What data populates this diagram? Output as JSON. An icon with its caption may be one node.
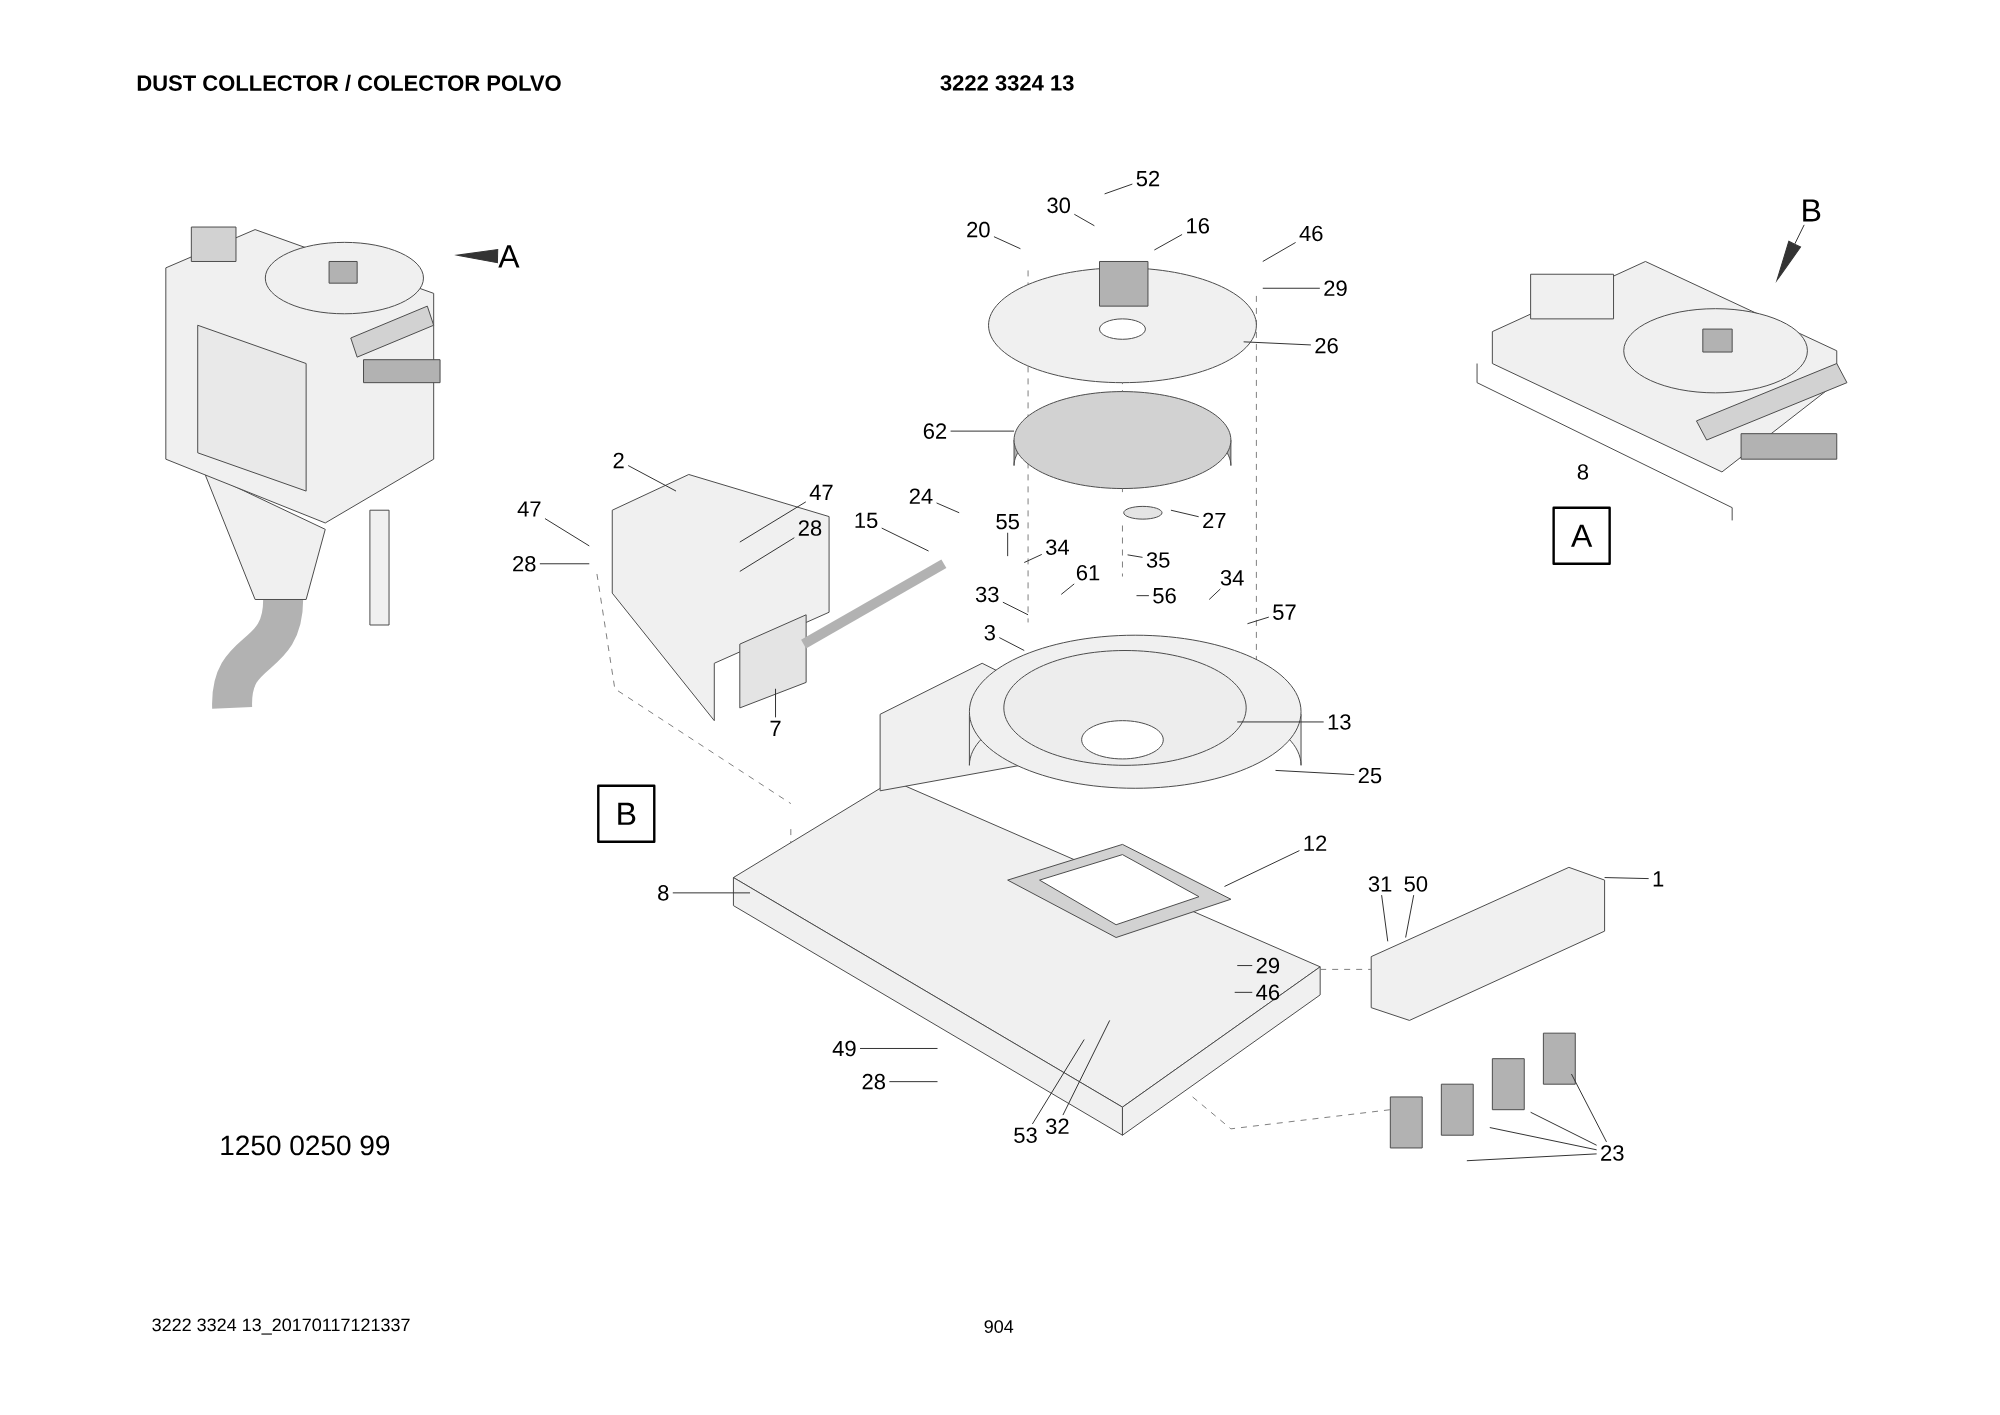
{
  "diagram": {
    "title": "DUST COLLECTOR / COLECTOR POLVO",
    "nodes": [
      {
        "text": [
          "52"
        ]
      },
      {
        "text": [
          "30"
        ]
      },
      {
        "text": [
          "16"
        ]
      },
      {
        "text": [
          "20"
        ]
      },
      {
        "text": [
          "46"
        ]
      },
      {
        "text": [
          "29"
        ]
      },
      {
        "text": [
          "26"
        ]
      },
      {
        "text": [
          "62"
        ]
      },
      {
        "text": [
          "2"
        ]
      },
      {
        "text": [
          "47"
        ]
      },
      {
        "text": [
          "28"
        ]
      },
      {
        "text": [
          "47"
        ]
      },
      {
        "text": [
          "28"
        ]
      },
      {
        "text": [
          "24"
        ]
      },
      {
        "text": [
          "15"
        ]
      },
      {
        "text": [
          "55"
        ]
      },
      {
        "text": [
          "34"
        ]
      },
      {
        "text": [
          "61"
        ]
      },
      {
        "text": [
          "27"
        ]
      },
      {
        "text": [
          "35"
        ]
      },
      {
        "text": [
          "56"
        ]
      },
      {
        "text": [
          "34"
        ]
      },
      {
        "text": [
          "57"
        ]
      },
      {
        "text": [
          "33"
        ]
      },
      {
        "text": [
          "3"
        ]
      },
      {
        "text": [
          "7"
        ]
      },
      {
        "text": [
          "13"
        ]
      },
      {
        "text": [
          "25"
        ]
      },
      {
        "text": [
          "12"
        ]
      },
      {
        "text": [
          "8"
        ]
      },
      {
        "text": [
          "31"
        ]
      },
      {
        "text": [
          "50"
        ]
      },
      {
        "text": [
          "1"
        ]
      },
      {
        "text": [
          "29"
        ]
      },
      {
        "text": [
          "46"
        ]
      },
      {
        "text": [
          "49"
        ]
      },
      {
        "text": [
          "28"
        ]
      },
      {
        "text": [
          "53"
        ]
      },
      {
        "text": [
          "32"
        ]
      },
      {
        "text": [
          "23"
        ]
      },
      {
        "text": [
          "A"
        ]
      },
      {
        "text": [
          "B"
        ]
      },
      {
        "text": [
          "A"
        ]
      },
      {
        "text": [
          "B"
        ]
      }
    ],
    "edges": [
      {
        "from": 0,
        "to": null,
        "arrow": "none"
      },
      {
        "from": 1,
        "to": null,
        "arrow": "none"
      },
      {
        "from": 2,
        "to": null,
        "arrow": "none"
      },
      {
        "from": 3,
        "to": null,
        "arrow": "none"
      },
      {
        "from": 4,
        "to": null,
        "arrow": "none"
      },
      {
        "from": 5,
        "to": null,
        "arrow": "none"
      },
      {
        "from": 6,
        "to": null,
        "arrow": "none"
      },
      {
        "from": 7,
        "to": null,
        "arrow": "none"
      },
      {
        "from": 8,
        "to": null,
        "arrow": "none"
      },
      {
        "from": 9,
        "to": null,
        "arrow": "none"
      },
      {
        "from": 10,
        "to": null,
        "arrow": "none"
      },
      {
        "from": 11,
        "to": null,
        "arrow": "none"
      },
      {
        "from": 12,
        "to": null,
        "arrow": "none"
      },
      {
        "from": 13,
        "to": null,
        "arrow": "none"
      },
      {
        "from": 14,
        "to": null,
        "arrow": "none"
      },
      {
        "from": 15,
        "to": null,
        "arrow": "none"
      },
      {
        "from": 16,
        "to": null,
        "arrow": "none"
      },
      {
        "from": 17,
        "to": null,
        "arrow": "none"
      },
      {
        "from": 18,
        "to": null,
        "arrow": "none"
      },
      {
        "from": 19,
        "to": null,
        "arrow": "none"
      },
      {
        "from": 20,
        "to": null,
        "arrow": "none"
      },
      {
        "from": 21,
        "to": null,
        "arrow": "none"
      },
      {
        "from": 22,
        "to": null,
        "arrow": "none"
      },
      {
        "from": 23,
        "to": null,
        "arrow": "none"
      },
      {
        "from": 24,
        "to": null,
        "arrow": "none"
      },
      {
        "from": 25,
        "to": null,
        "arrow": "none"
      },
      {
        "from": 26,
        "to": null,
        "arrow": "none"
      },
      {
        "from": 27,
        "to": null,
        "arrow": "none"
      },
      {
        "from": 28,
        "to": null,
        "arrow": "none"
      },
      {
        "from": 29,
        "to": null,
        "arrow": "none"
      },
      {
        "from": 30,
        "to": null,
        "arrow": "none"
      },
      {
        "from": 31,
        "to": null,
        "arrow": "none"
      },
      {
        "from": 32,
        "to": null,
        "arrow": "none"
      },
      {
        "from": 33,
        "to": null,
        "arrow": "none"
      },
      {
        "from": 34,
        "to": null,
        "arrow": "none"
      },
      {
        "from": 35,
        "to": null,
        "arrow": "none"
      },
      {
        "from": 36,
        "to": null,
        "arrow": "none"
      },
      {
        "from": 37,
        "to": null,
        "arrow": "none"
      },
      {
        "from": 38,
        "to": null,
        "arrow": "none"
      },
      {
        "from": 39,
        "to": null,
        "arrow": "none"
      },
      {
        "from": 39,
        "to": null,
        "arrow": "none"
      },
      {
        "from": 39,
        "to": null,
        "arrow": "none"
      },
      {
        "from": 39,
        "to": null,
        "arrow": "none"
      },
      {
        "from": 40,
        "to": null,
        "arrow": "to"
      },
      {
        "from": 41,
        "to": null,
        "arrow": "to"
      }
    ],
    "labels": [
      "3222 3324 13",
      "8",
      "1250 0250 99",
      "3222 3324 13_20170117121337",
      "904"
    ]
  }
}
